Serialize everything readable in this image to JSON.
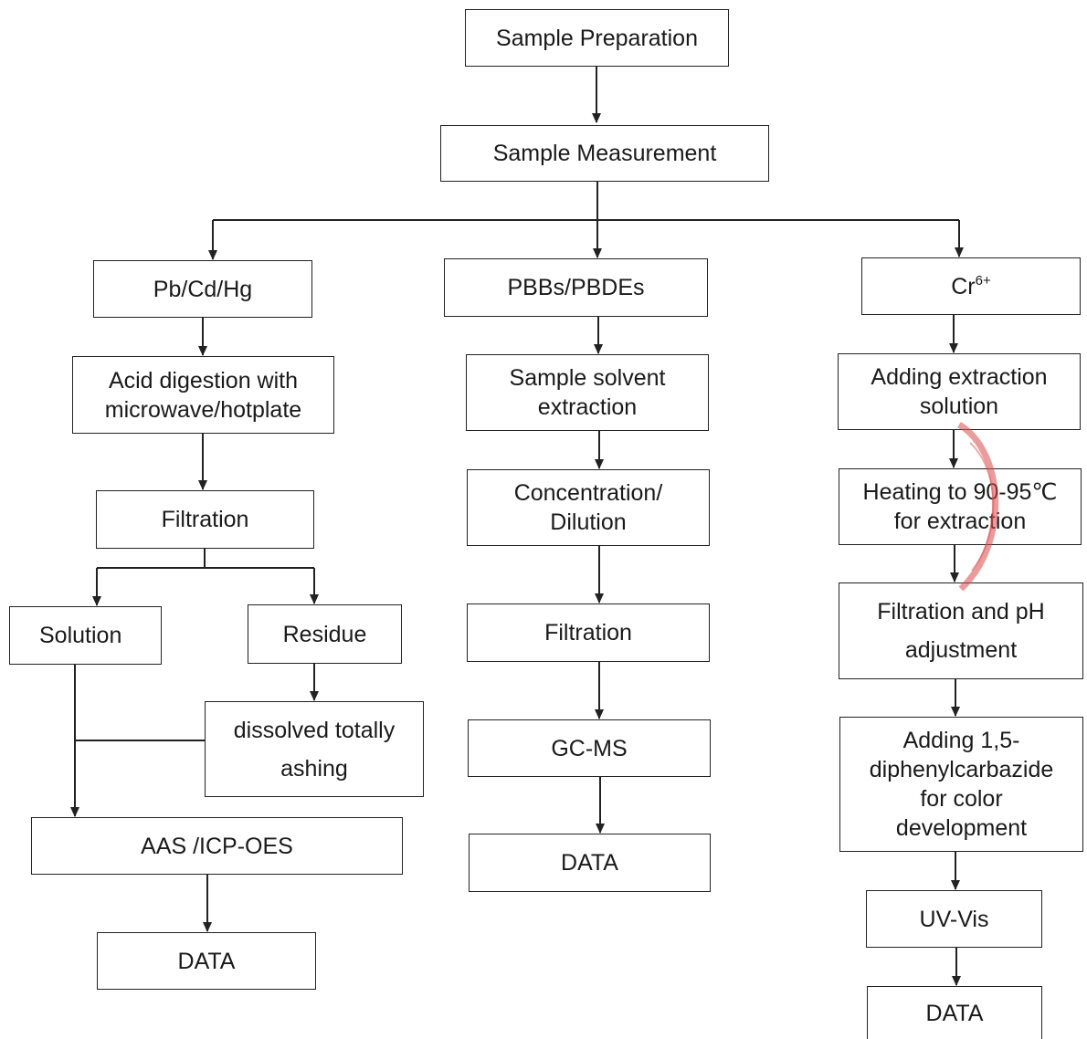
{
  "nodes": {
    "sample_preparation": "Sample Preparation",
    "sample_measurement": "Sample Measurement",
    "left": {
      "header": "Pb/Cd/Hg",
      "acid_digestion_line1": "Acid digestion with",
      "acid_digestion_line2": "microwave/hotplate",
      "filtration": "Filtration",
      "solution": "Solution",
      "residue": "Residue",
      "dissolved_line1": "dissolved totally",
      "dissolved_line2": "ashing",
      "instrument": "AAS /ICP-OES",
      "data": "DATA"
    },
    "middle": {
      "header": "PBBs/PBDEs",
      "extraction_line1": "Sample solvent",
      "extraction_line2": "extraction",
      "concentration_line1": "Concentration/",
      "concentration_line2": "Dilution",
      "filtration": "Filtration",
      "instrument": "GC-MS",
      "data": "DATA"
    },
    "right": {
      "header_base": "Cr",
      "header_sup": "6+",
      "adding_extraction_line1": "Adding extraction",
      "adding_extraction_line2": "solution",
      "heating_line1": "Heating to 90-95℃",
      "heating_line2": "for extraction",
      "filtration_line1": "Filtration and pH",
      "filtration_line2": "adjustment",
      "color_line1": "Adding 1,5-",
      "color_line2": "diphenylcarbazide",
      "color_line3": "for color",
      "color_line4": "development",
      "instrument": "UV-Vis",
      "data": "DATA"
    }
  },
  "colors": {
    "line": "#222222",
    "stamp": "#d94a4a"
  }
}
